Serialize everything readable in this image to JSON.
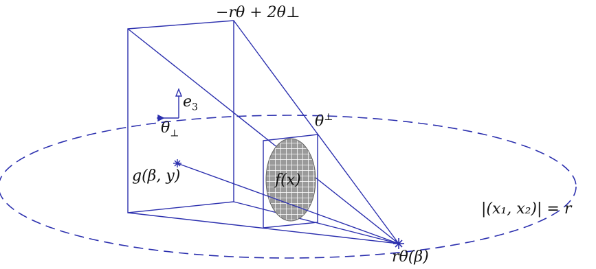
{
  "diagram": {
    "labels": {
      "top_vertex": "−rθ + 2θ⊥",
      "e3": "e",
      "e3_sub": "3",
      "theta_perp_left": "θ",
      "theta_perp_left_sub": "⊥",
      "theta_perp_right": "θ",
      "theta_perp_right_sup": "⊥",
      "g_point": "g(β, y)",
      "f_object": "f(x)",
      "circle_radius": "|(x₁, x₂)| = r",
      "source": "rθ(β)"
    },
    "colors": {
      "line": "#2b2fae",
      "dashed_circle": "#2b2fae",
      "text": "#111111",
      "object_fill": "#9a9a9a",
      "object_mesh": "#ffffff"
    },
    "icons": {
      "source_marker": "asterisk",
      "g_marker": "asterisk",
      "axis_arrowheads": "triangle"
    }
  }
}
